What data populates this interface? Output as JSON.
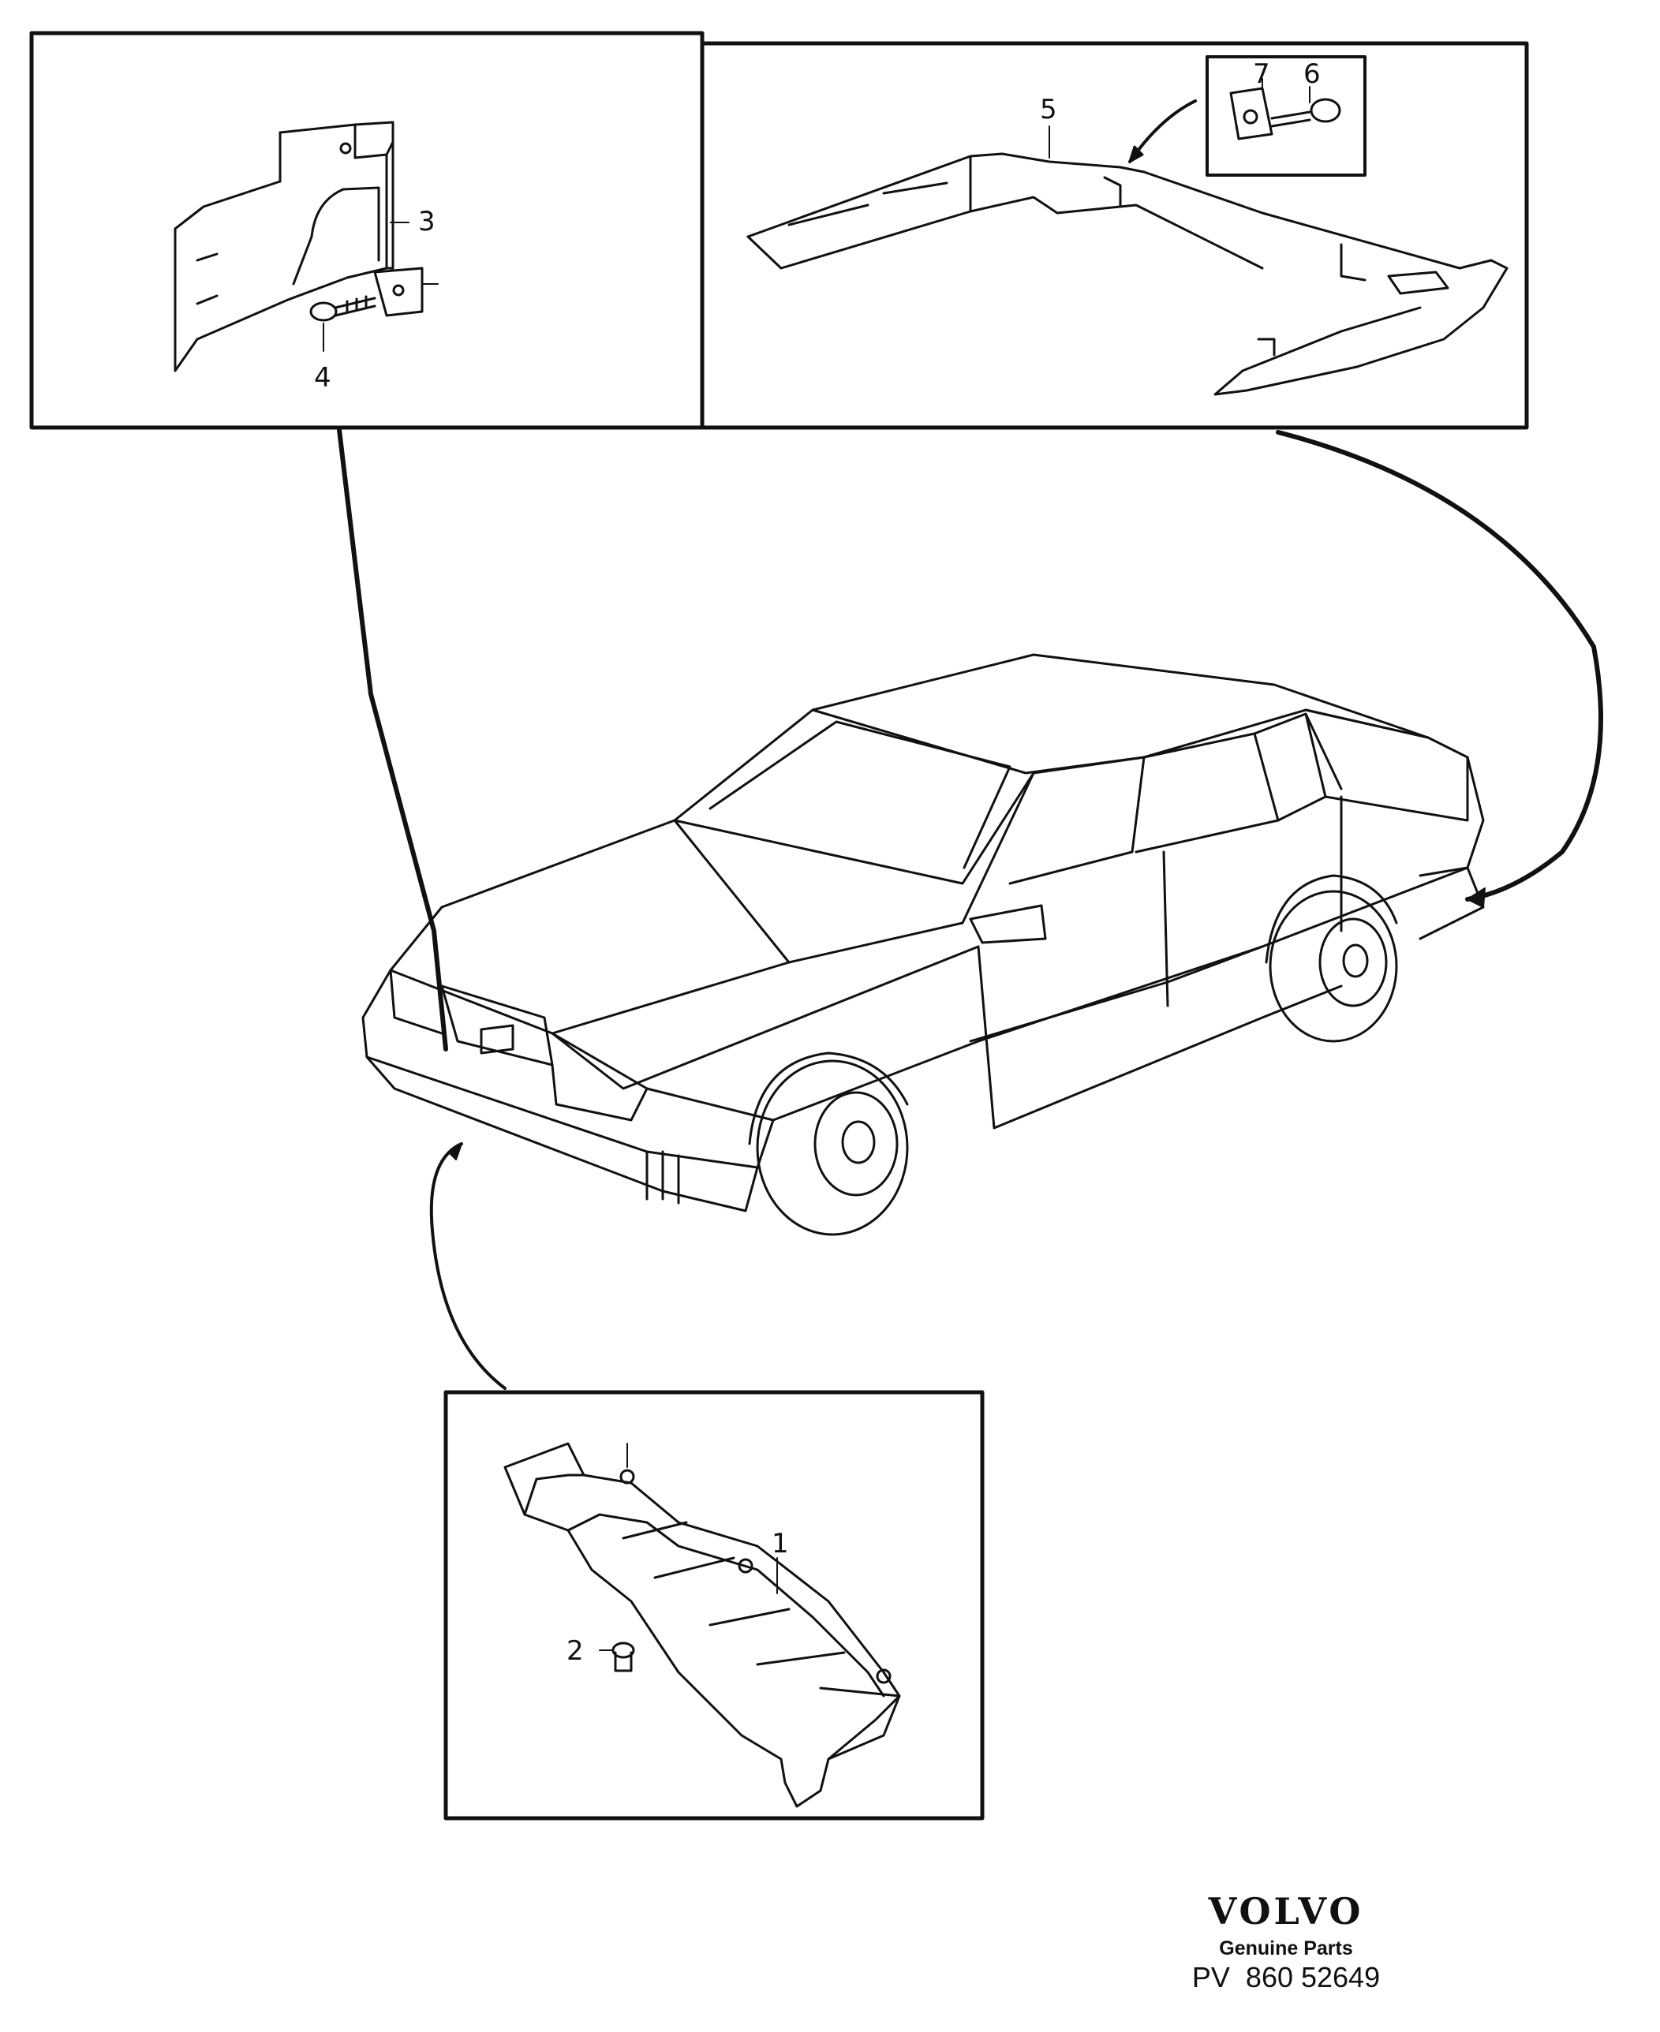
{
  "diagram": {
    "callouts": {
      "part_1": "1",
      "part_2": "2",
      "part_3": "3",
      "part_4": "4",
      "part_5": "5",
      "part_6": "6",
      "part_7": "7"
    },
    "colors": {
      "line": "#111111",
      "background": "#ffffff"
    }
  },
  "brand": {
    "logo": "VOLVO",
    "tagline": "Genuine Parts",
    "reference": "PV  860 52649"
  }
}
